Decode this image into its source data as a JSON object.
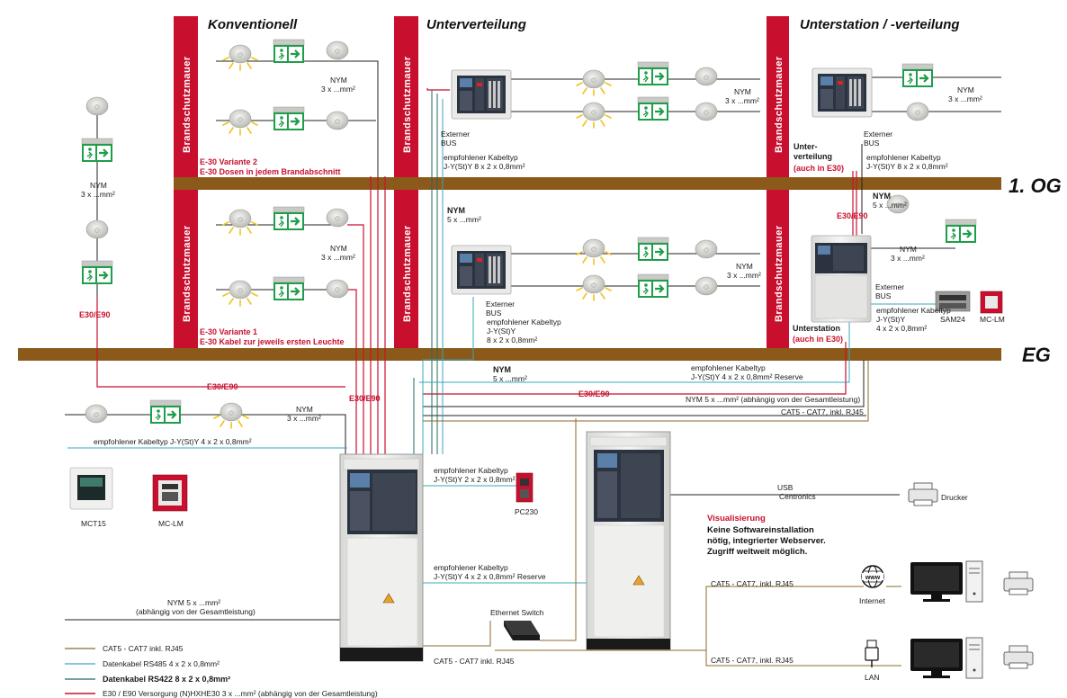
{
  "headers": {
    "konventionell": "Konventionell",
    "unterverteilung": "Unterverteilung",
    "unterstation": "Unterstation / -verteilung"
  },
  "floors": {
    "og": "1. OG",
    "eg": "EG"
  },
  "wall_label": "Brandschutzmauer",
  "cables": {
    "nym_3": "NYM",
    "nym_3_size": "3 x ...mm²",
    "nym_5": "NYM",
    "nym_5_size": "5 x ...mm²",
    "e30_e90": "E30/E90",
    "extern_bus_1": "Externer",
    "extern_bus_2": "BUS",
    "kabeltyp_label": "empfohlener Kabeltyp",
    "kabeltyp_jy_8": "J-Y(St)Y 8 x 2 x 0,8mm²",
    "kabeltyp_jy_8_a": "J-Y(St)Y",
    "kabeltyp_jy_8_b": "8 x 2 x 0,8mm²",
    "kabeltyp_jy_4_a": "J-Y(St)Y",
    "kabeltyp_jy_4_b": "4 x 2 x 0,8mm²",
    "kabeltyp_reserve": "J-Y(St)Y 4 x 2 x 0,8mm² Reserve",
    "kabeltyp_jy_2": "J-Y(St)Y 2 x 2 x 0,8mm²",
    "kabeltyp_full": "empfohlener Kabeltyp J-Y(St)Y 4 x 2 x 0,8mm²",
    "nym5_gesamt": "NYM 5 x ...mm² (abhängig von der Gesamtleistung)",
    "nym5_gesamt_a": "NYM 5 x ...mm²",
    "nym5_gesamt_b": "(abhängig von der Gesamtleistung)",
    "cat_rj45_short": "CAT5 - CAT7,  inkl. RJ45",
    "cat_rj45_main": "CAT5 - CAT7 inkl. RJ45",
    "cat_rj45_net": "CAT5 - CAT7, inkl. RJ45"
  },
  "notes": {
    "variante2_line1": "E-30 Variante 2",
    "variante2_line2": "E-30 Dosen in jedem Brandabschnitt",
    "variante1_line1": "E-30 Variante 1",
    "variante1_line2": "E-30 Kabel zur jeweils ersten Leuchte",
    "unterverteilung_1": "Unter-",
    "unterverteilung_2": "verteilung",
    "auch_e30": "(auch in E30)",
    "unterstation": "Unterstation"
  },
  "devices": {
    "sam24": "SAM24",
    "mc_lm": "MC-LM",
    "mct15": "MCT15",
    "pc230": "PC230",
    "ethernet_switch": "Ethernet Switch",
    "drucker": "Drucker",
    "internet": "Internet",
    "lan": "LAN",
    "usb": "USB",
    "centronics": "Centronics"
  },
  "visualisierung": {
    "title": "Visualisierung",
    "line1": "Keine Softwareinstallation",
    "line2": "nötig, integrierter Webserver.",
    "line3": "Zugriff weltweit möglich."
  },
  "legend": {
    "cat": "CAT5 - CAT7 inkl. RJ45",
    "rs485": "Datenkabel RS485 4 x 2 x 0,8mm²",
    "rs422": "Datenkabel RS422 8 x 2 x 0,8mm²",
    "e30": "E30 / E90 Versorgung (N)HXHE30 3 x ...mm² (abhängig von der Gesamtleistung)"
  },
  "colors": {
    "floor": "#8b5a1a",
    "wall": "#c8102e",
    "e30_line": "#c8102e",
    "rs485_line": "#3aa7b8",
    "rs422_line": "#1f6b63",
    "cat_line": "#8b6a2e",
    "exit_sign": "#1e9e4a"
  }
}
